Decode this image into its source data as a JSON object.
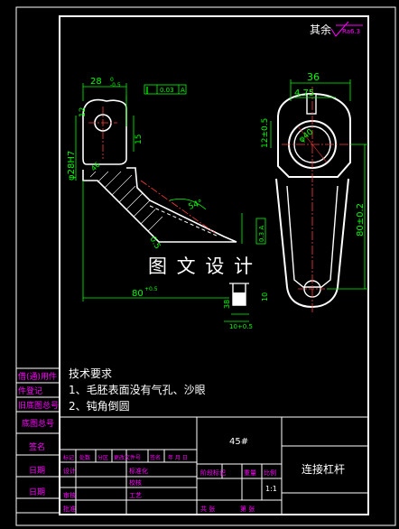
{
  "title_block": {
    "roughness_prefix": "其余",
    "roughness_value": "Ra6.3",
    "material": "45#",
    "part_name": "连接杠杆",
    "scale": "1:1",
    "labels": {
      "weight": "重量",
      "ratio": "比例",
      "stage_mark": "阶段标记",
      "sheet_a": "共 张",
      "sheet_b": "第 张",
      "mark": "标记",
      "count": "处数",
      "zone": "分区",
      "change_doc": "更改文件号",
      "sign": "签名",
      "date_ymd": "年 月 日",
      "design": "设计",
      "standardize": "标准化",
      "review": "审核",
      "check": "校核",
      "craft": "工艺",
      "approve": "批准"
    }
  },
  "left_column": {
    "items": [
      "借(通)用件",
      "件登记",
      "旧底图总号",
      "底图总号",
      "签名",
      "日期",
      "日期"
    ]
  },
  "tech_requirements": {
    "heading": "技术要求",
    "lines": [
      "1、毛胚表面没有气孔、沙眼",
      "2、钝角倒圆"
    ]
  },
  "watermark": "图 文 设 计",
  "dimensions": {
    "d28": "28",
    "d28_tol": "0\n-0.5",
    "gdt1_sym": "∥",
    "gdt1_val": "0.03",
    "gdt1_ref": "A",
    "d12": "12",
    "d15": "15",
    "d28h7": "φ28H7",
    "d46": "46",
    "d80": "80",
    "d80_tol": "+0.5",
    "d54": "54°",
    "d05": "0.5",
    "d03a": "0.3 A",
    "d36": "36",
    "d475": "4.75",
    "d12b": "12±0.5",
    "d40": "φ40",
    "d80b": "80±0.2",
    "d10": "10",
    "d38": "38",
    "d10b": "10+0.5"
  }
}
